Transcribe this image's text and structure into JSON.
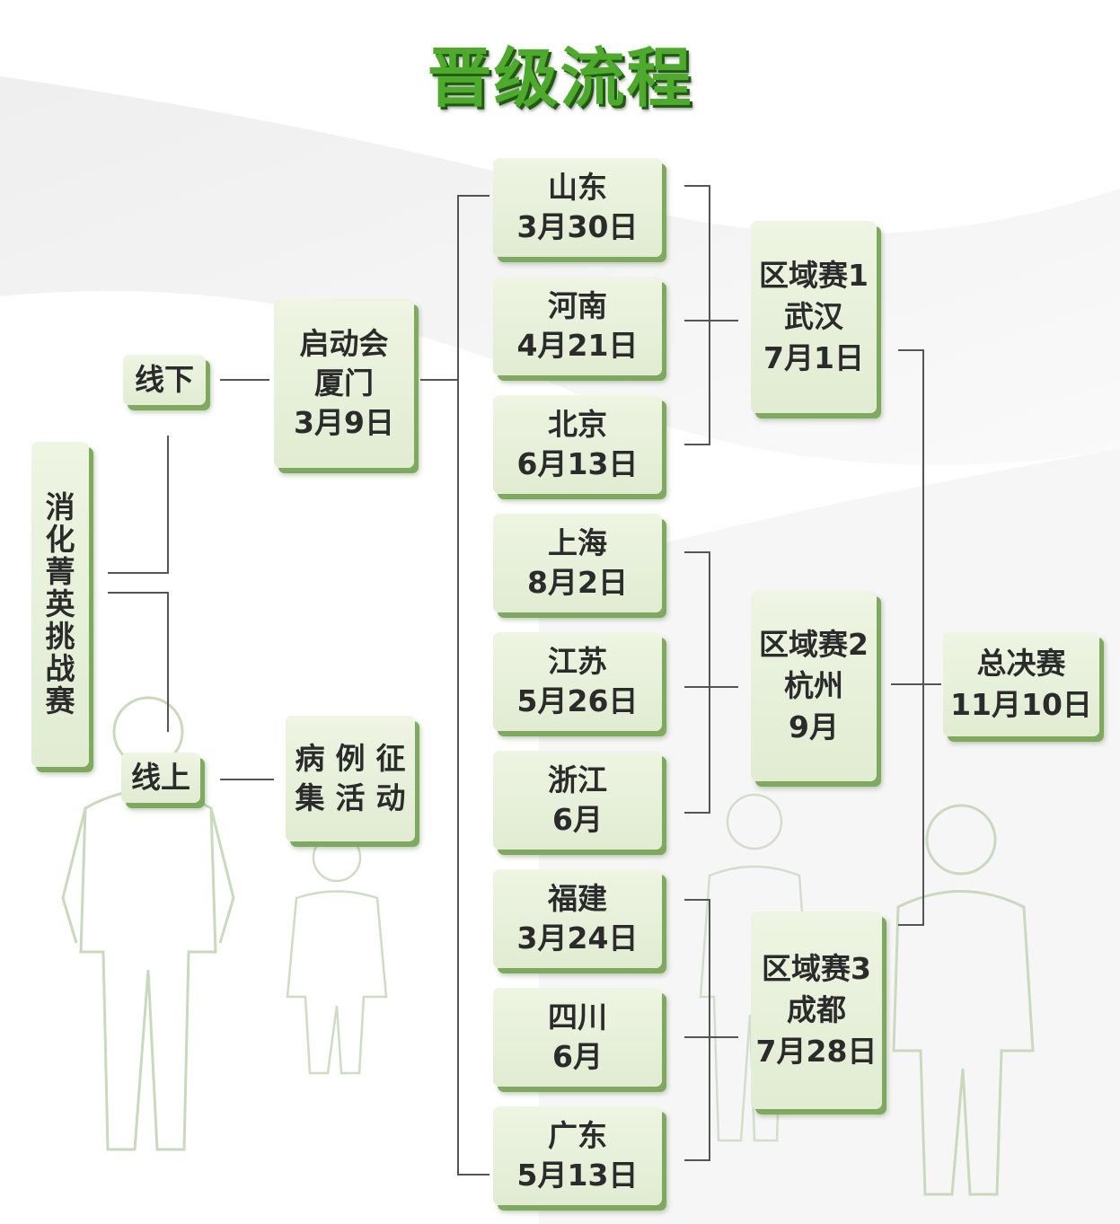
{
  "title": "晋级流程",
  "root": {
    "label": [
      "消",
      "化",
      "菁",
      "英",
      "挑",
      "战",
      "赛"
    ]
  },
  "branches": {
    "offline": "线下",
    "online": "线上"
  },
  "kickoff": {
    "lines": [
      "启动会",
      "厦门",
      "3月9日"
    ]
  },
  "case_collection": {
    "lines": [
      "病例征",
      "集活动"
    ]
  },
  "cities": [
    {
      "name": "山东",
      "date": "3月30日"
    },
    {
      "name": "河南",
      "date": "4月21日"
    },
    {
      "name": "北京",
      "date": "6月13日"
    },
    {
      "name": "上海",
      "date": "8月2日"
    },
    {
      "name": "江苏",
      "date": "5月26日"
    },
    {
      "name": "浙江",
      "date": "6月"
    },
    {
      "name": "福建",
      "date": "3月24日"
    },
    {
      "name": "四川",
      "date": "6月"
    },
    {
      "name": "广东",
      "date": "5月13日"
    }
  ],
  "regions": [
    {
      "name": "区域赛1",
      "city": "武汉",
      "date": "7月1日"
    },
    {
      "name": "区域赛2",
      "city": "杭州",
      "date": "9月"
    },
    {
      "name": "区域赛3",
      "city": "成都",
      "date": "7月28日"
    }
  ],
  "final": {
    "name": "总决赛",
    "date": "11月10日"
  },
  "colors": {
    "title": "#4daa2c",
    "box_fill": "#e8f1dc",
    "box_shadow": "#7ea95f",
    "connector": "#555555",
    "figure_outline": "#c9d9bd"
  }
}
